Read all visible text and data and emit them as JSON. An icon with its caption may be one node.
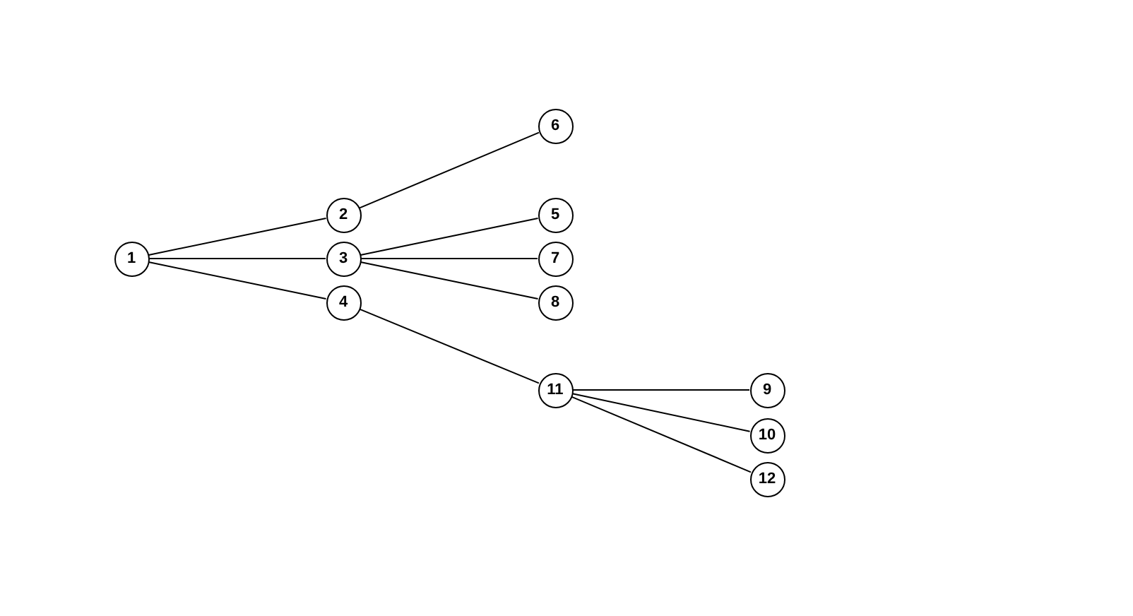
{
  "diagram": {
    "nodes": [
      {
        "text": [
          "1"
        ]
      },
      {
        "text": [
          "2"
        ]
      },
      {
        "text": [
          "3"
        ]
      },
      {
        "text": [
          "4"
        ]
      },
      {
        "text": [
          "6"
        ]
      },
      {
        "text": [
          "5"
        ]
      },
      {
        "text": [
          "7"
        ]
      },
      {
        "text": [
          "8"
        ]
      },
      {
        "text": [
          "11"
        ]
      },
      {
        "text": [
          "9"
        ]
      },
      {
        "text": [
          "10"
        ]
      },
      {
        "text": [
          "12"
        ]
      }
    ],
    "edges": [
      {
        "from": 0,
        "to": 1,
        "arrow": "none"
      },
      {
        "from": 0,
        "to": 2,
        "arrow": "none"
      },
      {
        "from": 0,
        "to": 3,
        "arrow": "none"
      },
      {
        "from": 1,
        "to": 4,
        "arrow": "none"
      },
      {
        "from": 2,
        "to": 5,
        "arrow": "none"
      },
      {
        "from": 2,
        "to": 6,
        "arrow": "none"
      },
      {
        "from": 2,
        "to": 7,
        "arrow": "none"
      },
      {
        "from": 3,
        "to": 8,
        "arrow": "none"
      },
      {
        "from": 8,
        "to": 9,
        "arrow": "none"
      },
      {
        "from": 8,
        "to": 10,
        "arrow": "none"
      },
      {
        "from": 8,
        "to": 11,
        "arrow": "none"
      }
    ]
  }
}
